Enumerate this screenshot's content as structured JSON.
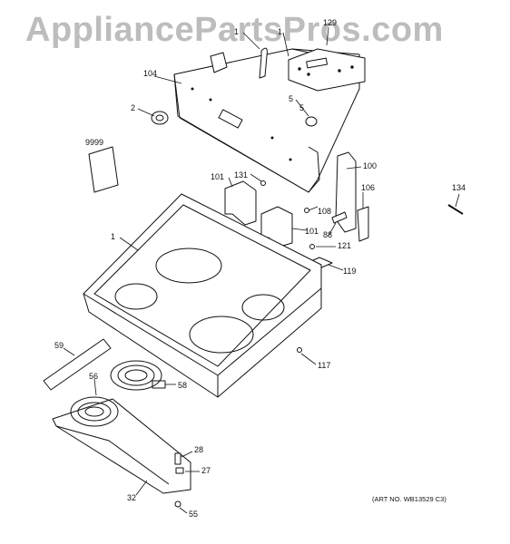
{
  "watermark": "AppliancePartsPros.com",
  "art_number": "(ART NO. WB13529 C3)",
  "callouts": [
    "129",
    "1",
    "1",
    "5",
    "104",
    "2",
    "9999",
    "5",
    "131",
    "101",
    "100",
    "106",
    "134",
    "108",
    "101",
    "88",
    "121",
    "1",
    "119",
    "59",
    "117",
    "56",
    "58",
    "28",
    "27",
    "32",
    "55"
  ]
}
